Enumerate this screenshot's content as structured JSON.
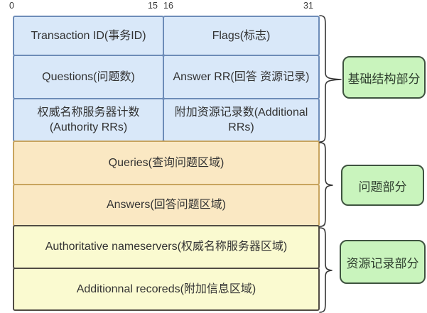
{
  "ruler": {
    "start": "0",
    "mid_left": "15",
    "mid_right": "16",
    "end": "31"
  },
  "header_section": {
    "label": "基础结构部分",
    "rows": [
      {
        "left": "Transaction ID(事务ID)",
        "right": "Flags(标志)"
      },
      {
        "left": "Questions(问题数)",
        "right": "Answer RR(回答 资源记录)"
      },
      {
        "left": "权威名称服务器计数 (Authority RRs)",
        "right": "附加资源记录数(Additional RRs)"
      }
    ]
  },
  "question_section": {
    "label": "问题部分",
    "rows": [
      "Queries(查询问题区域)",
      "Answers(回答问题区域)"
    ]
  },
  "record_section": {
    "label": "资源记录部分",
    "rows": [
      "Authoritative nameservers(权威名称服务器区域)",
      "Additionnal recoreds(附加信息区域)"
    ]
  },
  "colors": {
    "header_fill": "#d9e8f9",
    "header_border": "#6d8cb8",
    "question_fill": "#fae8c3",
    "question_border": "#c8a45e",
    "record_fill": "#fafad0",
    "record_border": "#514c44",
    "label_fill": "#c9f4bd",
    "label_border": "#3f5340",
    "text": "#333333"
  }
}
